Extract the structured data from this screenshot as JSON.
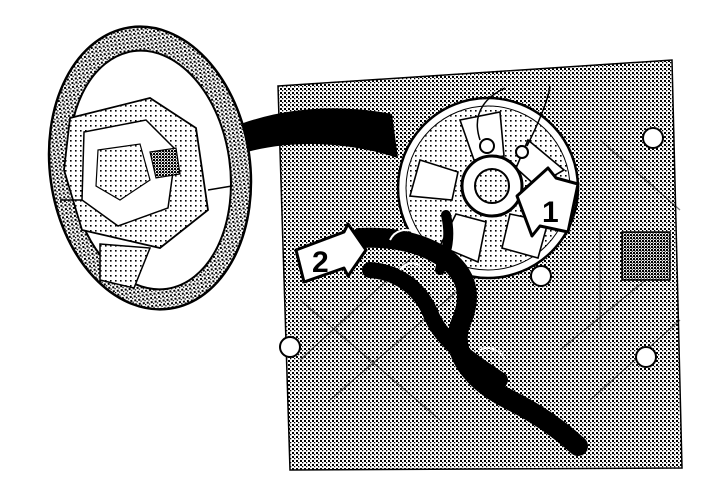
{
  "figure": {
    "callouts": [
      {
        "id": "callout-1",
        "label": "1"
      },
      {
        "id": "callout-2",
        "label": "2"
      }
    ],
    "colors": {
      "ink": "#000000",
      "paper": "#ffffff",
      "halftone": "#8a8a8a"
    }
  }
}
